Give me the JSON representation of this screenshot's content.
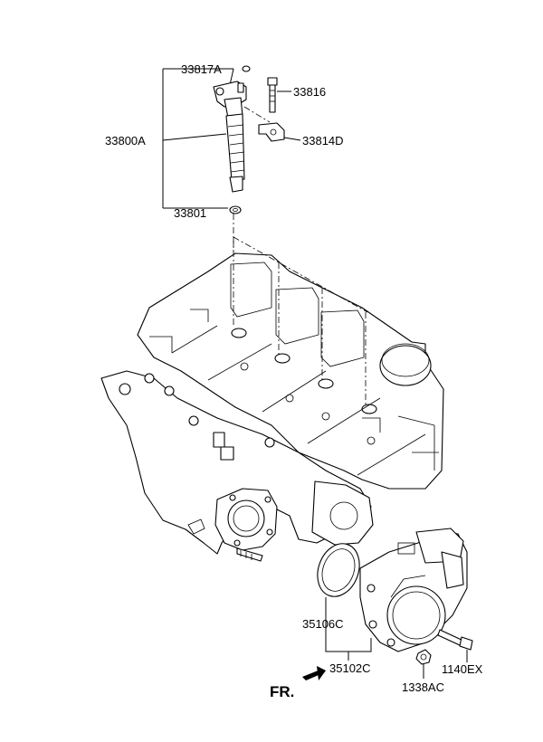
{
  "labels": {
    "injector_assy": "33800A",
    "clamp_bolt": "33817A",
    "bolt": "33816",
    "clamp": "33814D",
    "washer": "33801",
    "gasket": "35106C",
    "throttle_body": "35102C",
    "bolt_1140": "1140EX",
    "nut": "1338AC",
    "front": "FR."
  }
}
